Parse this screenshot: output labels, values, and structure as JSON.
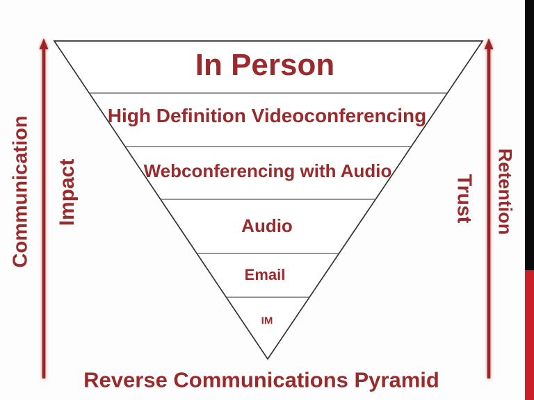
{
  "slide": {
    "title": "Reverse Communications Pyramid",
    "pyramid_layers": [
      {
        "label": "In Person"
      },
      {
        "label": "High Definition Videoconferencing"
      },
      {
        "label": "Webconferencing with Audio"
      },
      {
        "label": "Audio"
      },
      {
        "label": "Email"
      },
      {
        "label": "IM"
      }
    ],
    "left_axis": {
      "label_outer": "Communication",
      "label_inner": "Impact",
      "arrow_icon": "up-arrow-icon"
    },
    "right_axis": {
      "label_inner": "Trust",
      "label_outer": "Retention",
      "arrow_icon": "up-arrow-icon"
    },
    "colors": {
      "text_maroon": "#9a2a2b",
      "arrow_red": "#9d2426",
      "pyramid_outline": "#333333",
      "layer_divider": "#555555",
      "edge_bar_black": "#0a0a0a",
      "edge_bar_red": "#c9202a",
      "background": "#fdfdfd"
    }
  }
}
